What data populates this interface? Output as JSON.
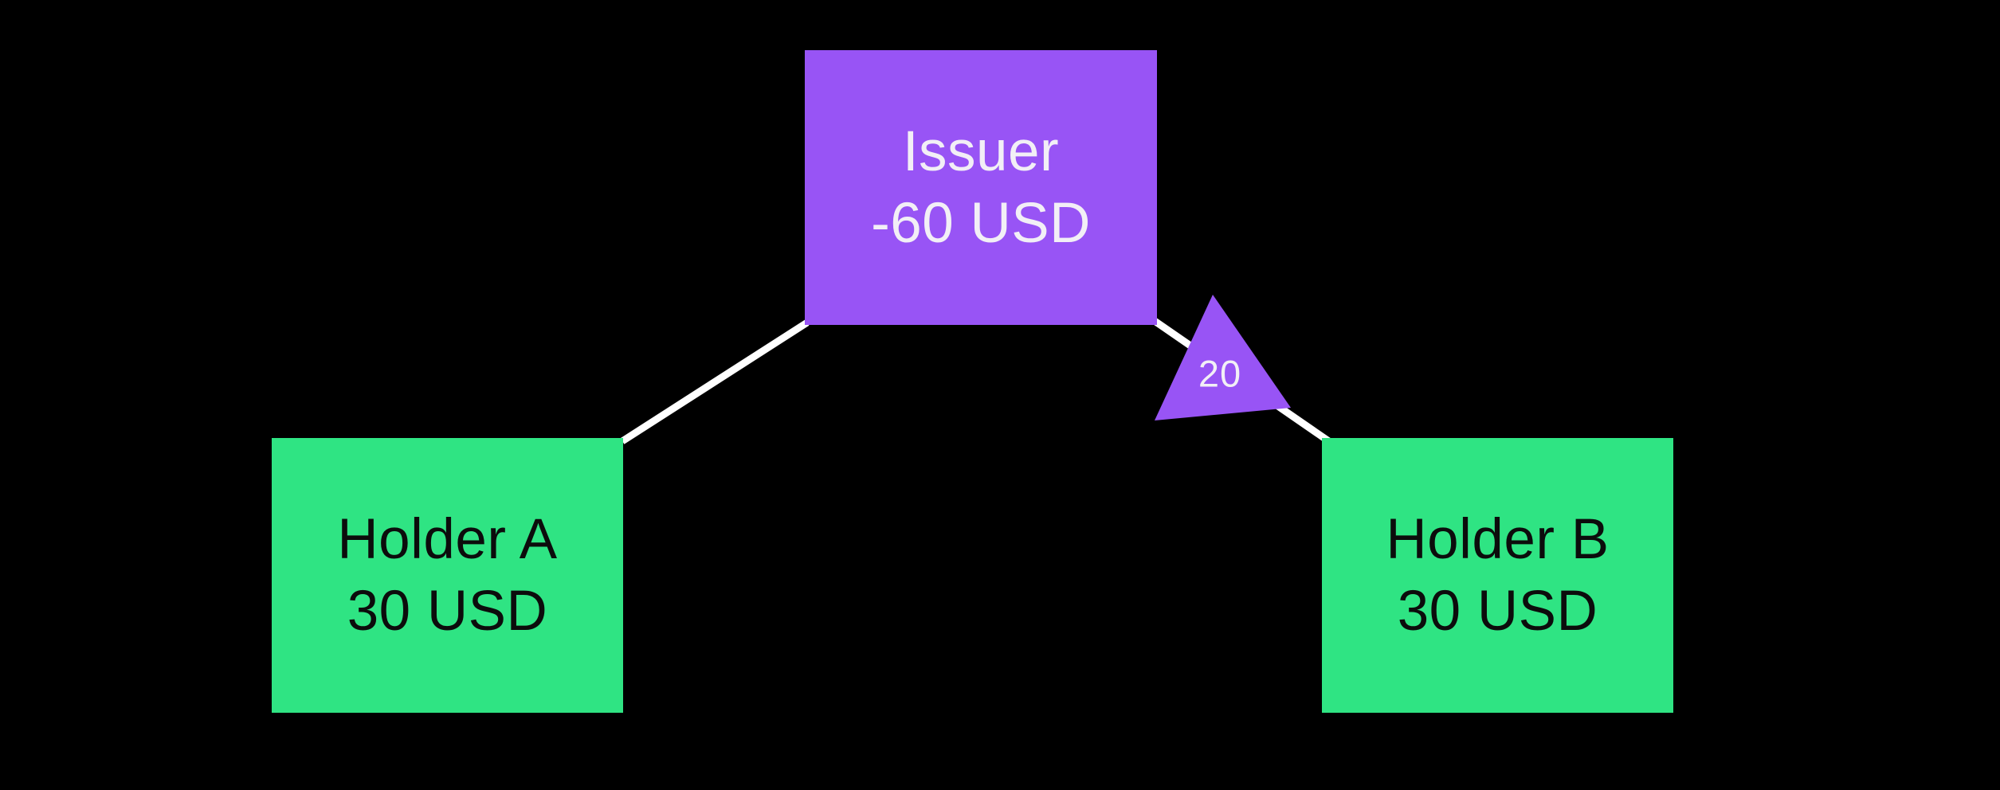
{
  "diagram": {
    "type": "account-graph",
    "nodes": {
      "issuer": {
        "label": "Issuer",
        "balance": "-60 USD"
      },
      "holder_a": {
        "label": "Holder A",
        "balance": "30 USD"
      },
      "holder_b": {
        "label": "Holder B",
        "balance": "30 USD"
      }
    },
    "edges": [
      {
        "from": "issuer",
        "to": "holder_a",
        "label": ""
      },
      {
        "from": "issuer",
        "to": "holder_b",
        "label": "20"
      }
    ],
    "edge_label": "20"
  },
  "colors": {
    "background": "#000000",
    "issuer_fill": "#9854F5",
    "holder_fill": "#2FE483",
    "line_color": "#FFFFFF",
    "text_on_purple": "#F2EFF6",
    "text_on_green": "#0C0C0C"
  }
}
